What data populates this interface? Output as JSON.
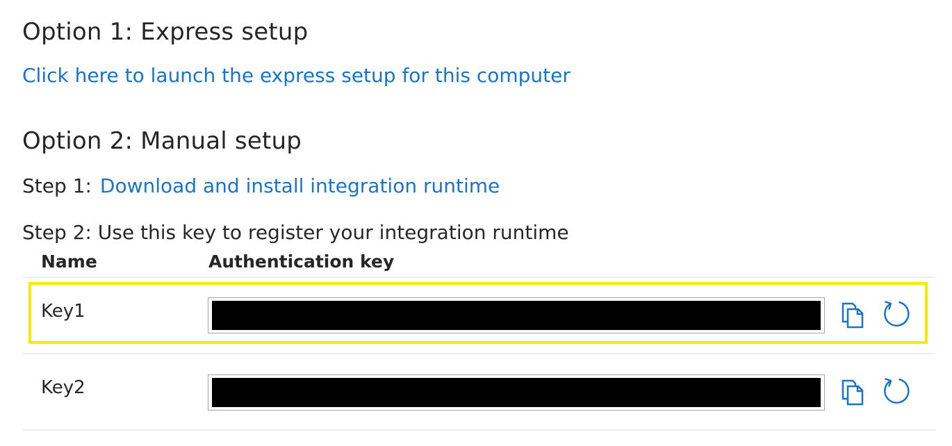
{
  "option1": {
    "title": "Option 1: Express setup",
    "link": "Click here to launch the express setup for this computer"
  },
  "option2": {
    "title": "Option 2: Manual setup",
    "step1_label": "Step 1:",
    "step1_link": "Download and install integration runtime",
    "step2_label": "Step 2: Use this key to register your integration runtime"
  },
  "table": {
    "col_name": "Name",
    "col_key": "Authentication key",
    "rows": [
      {
        "name": "Key1",
        "value": ""
      },
      {
        "name": "Key2",
        "value": ""
      }
    ]
  },
  "icons": {
    "copy": "copy-icon",
    "refresh": "refresh-icon"
  },
  "colors": {
    "link": "#1874c8",
    "highlight": "#f5ec00",
    "icon": "#1874c8",
    "redaction": "#000000"
  }
}
